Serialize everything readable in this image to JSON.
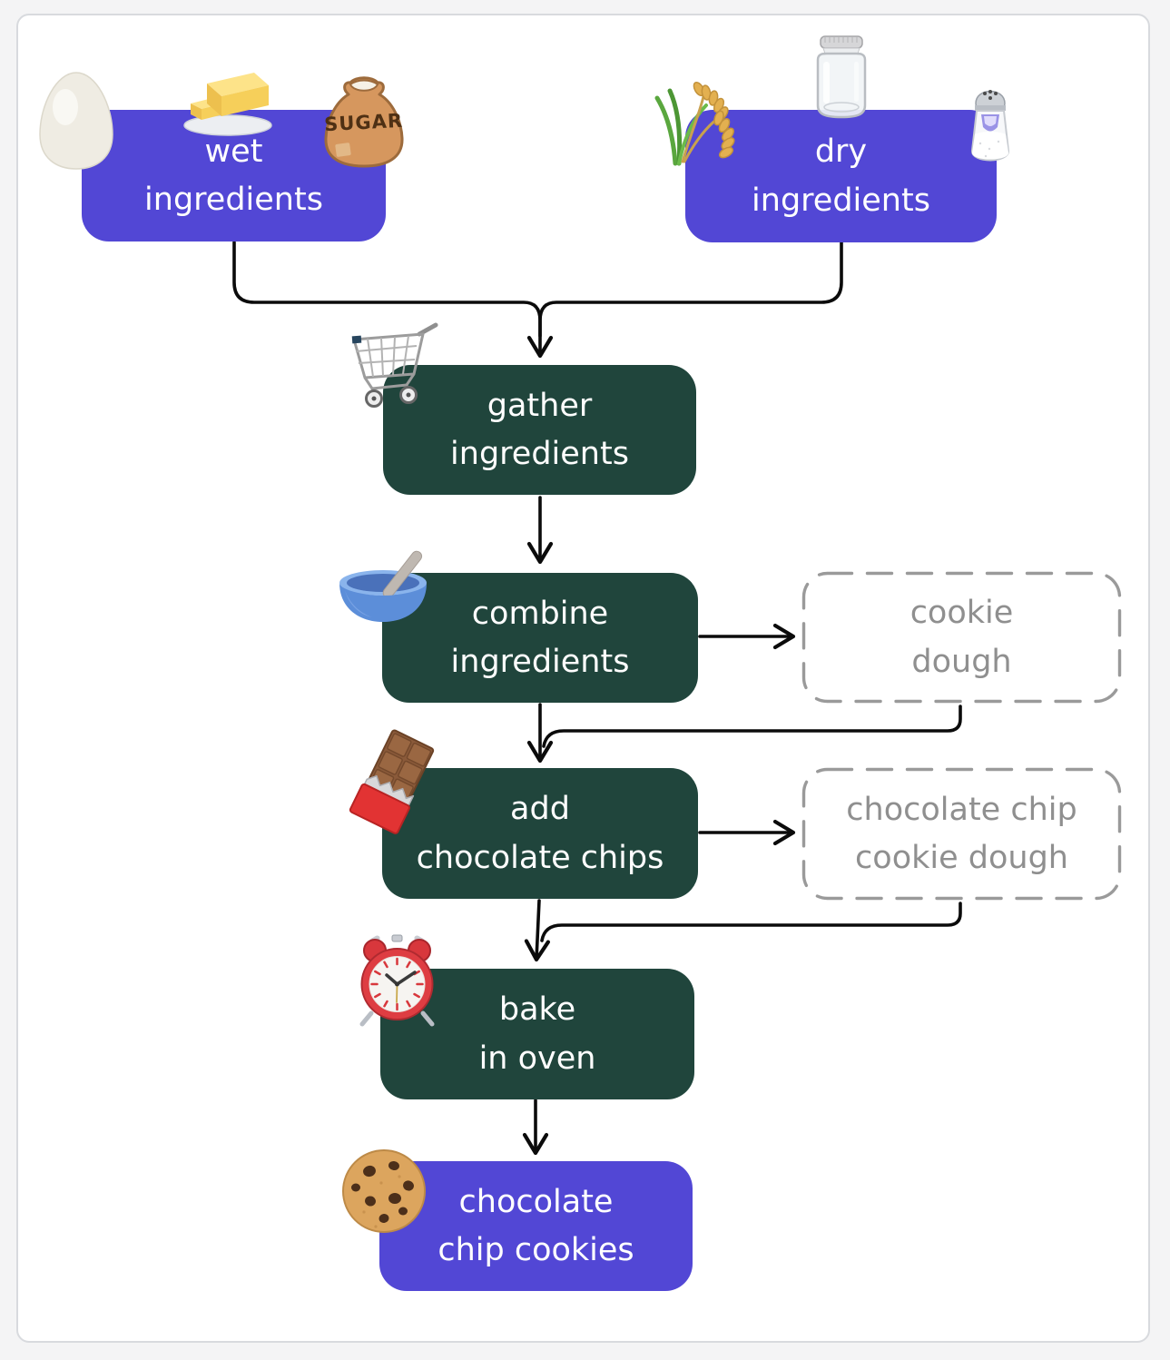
{
  "colors": {
    "purple_fill": "#5247d5",
    "green_fill": "#20453c",
    "node_text": "#ffffff",
    "artifact_border": "#9a9a9a",
    "artifact_text": "#8f8f8f",
    "connector": "#0b0b0b",
    "page_background": "#f4f4f5",
    "card_background": "#ffffff",
    "card_border": "#d8dade"
  },
  "diagram": {
    "nodes": {
      "wet": {
        "line1": "wet",
        "line2": "ingredients",
        "style": "solid-purple",
        "icons": [
          "egg-icon",
          "butter-icon",
          "sugar-bag-icon"
        ]
      },
      "dry": {
        "line1": "dry",
        "line2": "ingredients",
        "style": "solid-purple",
        "icons": [
          "rice-sheaf-icon",
          "empty-jar-icon",
          "salt-shaker-icon"
        ]
      },
      "gather": {
        "line1": "gather",
        "line2": "ingredients",
        "style": "solid-green",
        "icons": [
          "shopping-cart-icon"
        ]
      },
      "combine": {
        "line1": "combine",
        "line2": "ingredients",
        "style": "solid-green",
        "icons": [
          "bowl-with-spoon-icon"
        ]
      },
      "cookie_dough": {
        "line1": "cookie",
        "line2": "dough",
        "style": "dashed-gray",
        "icons": []
      },
      "add_chips": {
        "line1": "add",
        "line2": "chocolate chips",
        "style": "solid-green",
        "icons": [
          "chocolate-bar-icon"
        ]
      },
      "choc_chip_dough": {
        "line1": "chocolate chip",
        "line2": "cookie dough",
        "style": "dashed-gray",
        "icons": []
      },
      "bake": {
        "line1": "bake",
        "line2": "in oven",
        "style": "solid-green",
        "icons": [
          "alarm-clock-icon"
        ]
      },
      "cookies": {
        "line1": "chocolate",
        "line2": "chip cookies",
        "style": "solid-purple",
        "icons": [
          "cookie-icon"
        ]
      }
    },
    "edges": [
      {
        "from": "wet ingredients",
        "to": "gather ingredients"
      },
      {
        "from": "dry ingredients",
        "to": "gather ingredients"
      },
      {
        "from": "gather ingredients",
        "to": "combine ingredients"
      },
      {
        "from": "combine ingredients",
        "to": "cookie dough"
      },
      {
        "from": "combine ingredients",
        "to": "add chocolate chips"
      },
      {
        "from": "cookie dough",
        "to": "add chocolate chips"
      },
      {
        "from": "add chocolate chips",
        "to": "chocolate chip cookie dough"
      },
      {
        "from": "add chocolate chips",
        "to": "bake in oven"
      },
      {
        "from": "chocolate chip cookie dough",
        "to": "bake in oven"
      },
      {
        "from": "bake in oven",
        "to": "chocolate chip cookies"
      }
    ]
  }
}
